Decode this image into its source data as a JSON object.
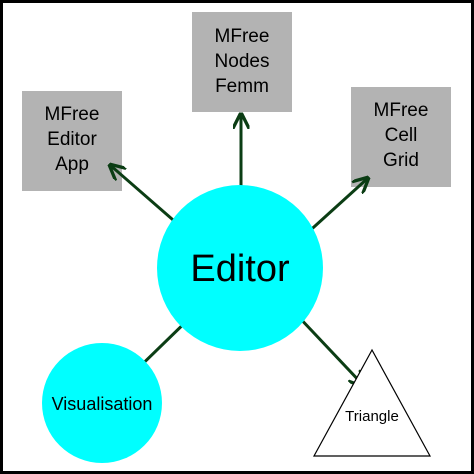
{
  "diagram": {
    "center": {
      "label": "Editor"
    },
    "nodes": {
      "editor_app": {
        "lines": [
          "MFree",
          "Editor",
          "App"
        ]
      },
      "nodes_femm": {
        "lines": [
          "MFree",
          "Nodes",
          "Femm"
        ]
      },
      "cell_grid": {
        "lines": [
          "MFree",
          "Cell",
          "Grid"
        ]
      },
      "visualisation": {
        "label": "Visualisation"
      },
      "triangle": {
        "label": "Triangle"
      }
    },
    "colors": {
      "box_fill": "#b3b3b3",
      "circle_fill": "#00ffff",
      "arrow": "#0b3d14",
      "frame": "#000000"
    }
  }
}
